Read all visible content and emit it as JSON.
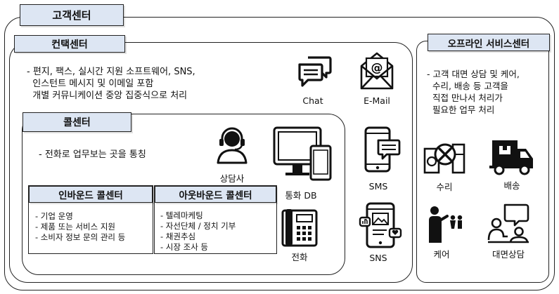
{
  "main_title": "고객센터",
  "contact_center": {
    "title": "컨택센터",
    "desc": [
      "- 편지, 팩스, 실시간 지원 소프트웨어, SNS,",
      "  인스턴트 메시지 및 이메일 포함",
      "  개별 커뮤니케이션 중앙 집중식으로 처리"
    ],
    "chat_label": "Chat",
    "email_label": "E-Mail",
    "sms_label": "SMS",
    "sns_label": "SNS"
  },
  "call_center": {
    "title": "콜센터",
    "desc": "- 전화로 업무보는 곳을 통칭",
    "agent_label": "상담사",
    "db_label": "통화 DB",
    "phone_label": "전화",
    "inbound": {
      "title": "인바운드 콜센터",
      "items": [
        "- 기업 운영",
        "- 제품 또는 서비스 지원",
        "- 소비자 정보 문의 관리 등"
      ]
    },
    "outbound": {
      "title": "아웃바운드 콜센터",
      "items": [
        "- 텔레마케팅",
        "- 자선단체 / 정치 기부",
        "- 채권추심",
        "- 시장 조사 등"
      ]
    }
  },
  "offline_center": {
    "title": "오프라인 서비스센터",
    "desc": [
      "- 고객 대면 상담 및 케어,",
      "  수리, 배송 등 고객을",
      "  직접 만나서 처리가",
      "  필요한 업무 처리"
    ],
    "repair_label": "수리",
    "delivery_label": "배송",
    "care_label": "케어",
    "face_label": "대면상담"
  }
}
